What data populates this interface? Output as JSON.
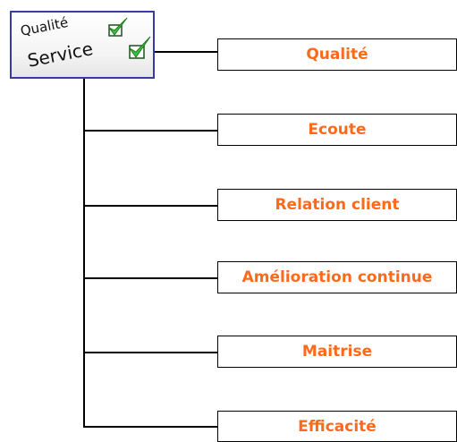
{
  "colors": {
    "root_border": "#3a3aa6",
    "label_orange": "#ff6a1a",
    "check_green": "#3fbf3f",
    "line_black": "#000000"
  },
  "root": {
    "line1": "Qualité",
    "line2": "Service",
    "icons": [
      "check-icon",
      "check-icon"
    ]
  },
  "items": [
    {
      "label": "Qualité"
    },
    {
      "label": "Ecoute"
    },
    {
      "label": "Relation client"
    },
    {
      "label": "Amélioration continue"
    },
    {
      "label": "Maitrise"
    },
    {
      "label": "Efficacité"
    }
  ]
}
